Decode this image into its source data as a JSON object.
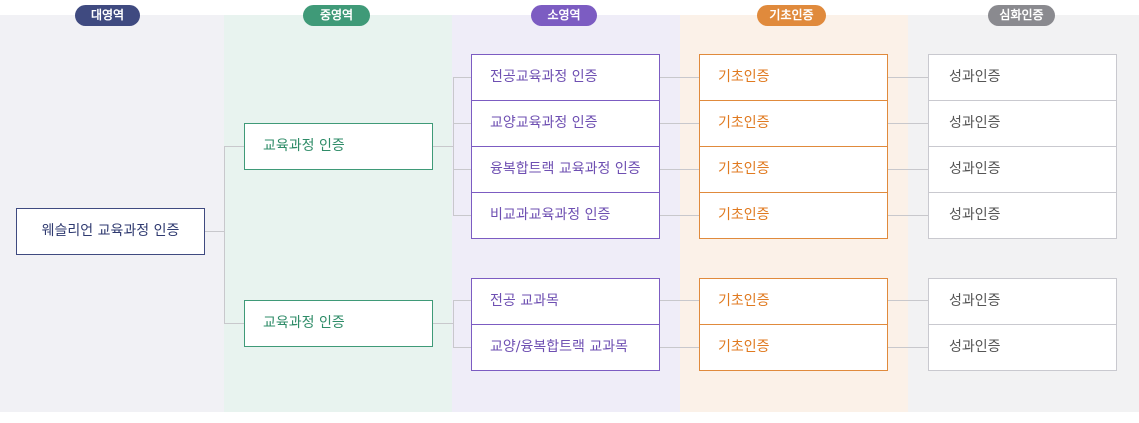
{
  "headers": {
    "large": "대영역",
    "medium": "중영역",
    "small": "소영역",
    "basic": "기초인증",
    "advanced": "심화인증"
  },
  "colors": {
    "large": "#3f4a80",
    "medium": "#3f9a78",
    "small": "#7c5cc2",
    "basic": "#e08a3c",
    "advanced": "#8a8a8f"
  },
  "large_area": "웨슬리언 교육과정 인증",
  "medium_areas": [
    "교육과정 인증",
    "교육과정 인증"
  ],
  "small_areas": [
    "전공교육과정 인증",
    "교양교육과정 인증",
    "융복합트랙 교육과정 인증",
    "비교과교육과정 인증",
    "전공 교과목",
    "교양/융복합트랙 교과목"
  ],
  "basic_cert": [
    "기초인증",
    "기초인증",
    "기초인증",
    "기초인증",
    "기초인증",
    "기초인증"
  ],
  "advanced_cert": [
    "성과인증",
    "성과인증",
    "성과인증",
    "성과인증",
    "성과인증",
    "성과인증"
  ]
}
